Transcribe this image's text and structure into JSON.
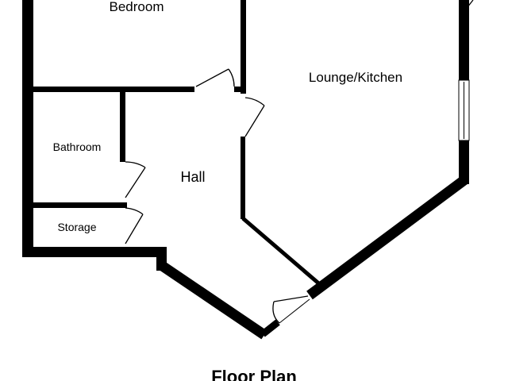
{
  "rooms": {
    "bedroom": "Bedroom",
    "lounge_kitchen": "Lounge/Kitchen",
    "bathroom": "Bathroom",
    "hall": "Hall",
    "storage": "Storage"
  },
  "title": "Floor Plan",
  "colors": {
    "wall": "#000000",
    "background": "#ffffff",
    "window": "#ffffff"
  }
}
